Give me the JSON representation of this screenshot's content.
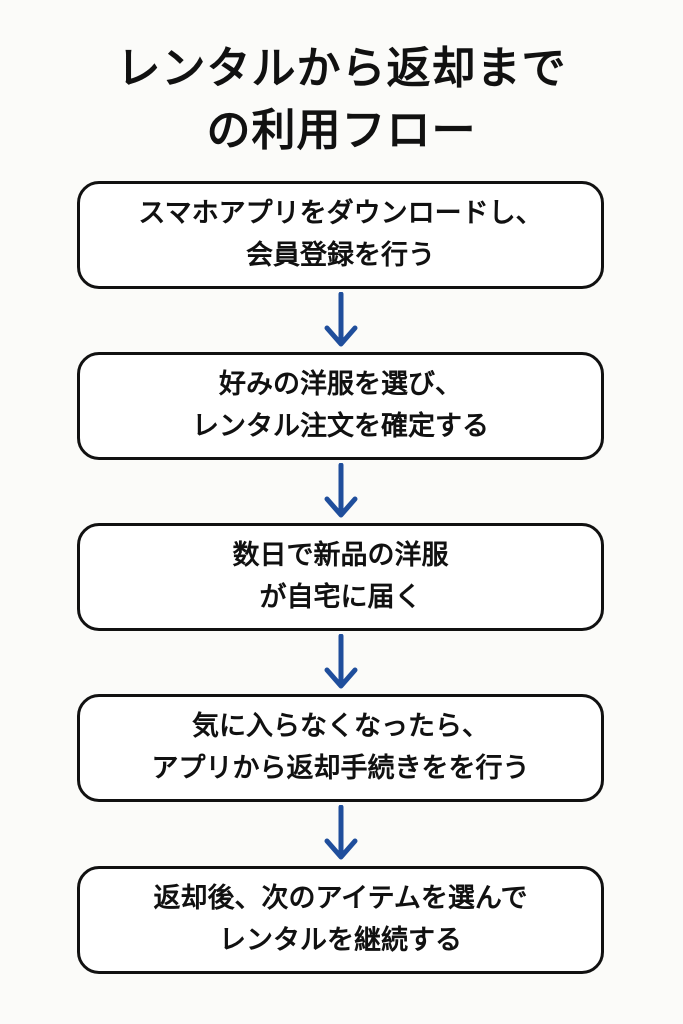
{
  "title": {
    "line1": "レンタルから返却まで",
    "line2": "の利用フロー"
  },
  "steps": [
    {
      "line1": "スマホアプリをダウンロードし、",
      "line2": "会員登録を行う"
    },
    {
      "line1": "好みの洋服を選び、",
      "line2": "レンタル注文を確定する"
    },
    {
      "line1": "数日で新品の洋服",
      "line2": "が自宅に届く"
    },
    {
      "line1": "気に入らなくなったら、",
      "line2": "アプリから返却手続きをを行う"
    },
    {
      "line1": "返却後、次のアイテムを選んで",
      "line2": "レンタルを継続する"
    }
  ],
  "colors": {
    "arrow": "#1f4e9c",
    "border": "#111111",
    "background": "#fbfbf9"
  },
  "icons": {
    "connector": "arrow-down-icon"
  }
}
